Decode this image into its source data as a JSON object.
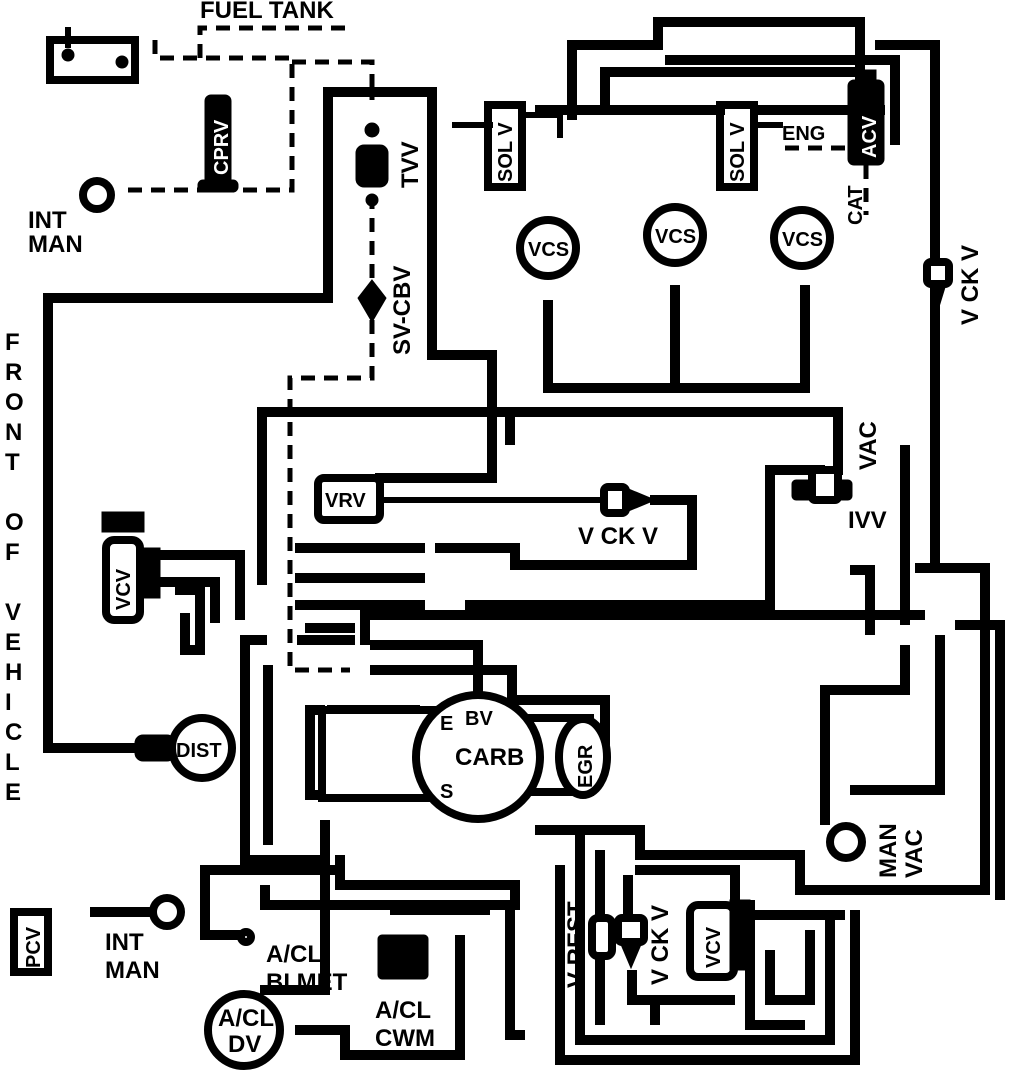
{
  "labels": {
    "fuel_tank": "FUEL TANK",
    "cprv": "CPRV",
    "int_man_top_1": "INT",
    "int_man_top_2": "MAN",
    "tvv": "TVV",
    "sv_cbv": "SV-CBV",
    "sol_v_left": "SOL V",
    "sol_v_right": "SOL V",
    "eng": "ENG",
    "acv": "ACV",
    "cat": "CAT",
    "vcs_1": "VCS",
    "vcs_2": "VCS",
    "vcs_3": "VCS",
    "v_ck_v_right": "V CK V",
    "front_of_vehicle": "FRONT OF VEHICLE",
    "vac": "VAC",
    "ivv": "IVV",
    "vrv": "VRV",
    "v_ck_v_mid": "V CK V",
    "vcv_left": "VCV",
    "dist": "DIST",
    "carb": "CARB",
    "carb_e": "E",
    "carb_bv": "BV",
    "carb_s": "S",
    "egr": "EGR",
    "man_vac_1": "MAN",
    "man_vac_2": "VAC",
    "pcv": "PCV",
    "int_man_bottom_1": "INT",
    "int_man_bottom_2": "MAN",
    "acl_bimet_1": "A/CL",
    "acl_bimet_2": "BI MET",
    "acl_cwm_1": "A/CL",
    "acl_cwm_2": "CWM",
    "acl_dv_1": "A/CL",
    "acl_dv_2": "DV",
    "v_rest": "V REST",
    "v_ck_v_bottom": "V CK V",
    "vcv_bottom": "VCV"
  }
}
